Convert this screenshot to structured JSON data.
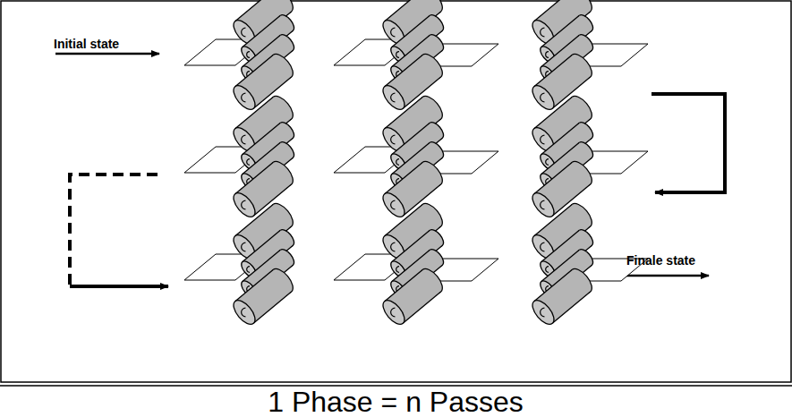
{
  "diagram": {
    "labels": [
      "Initial state",
      "Finale state",
      "1 Phase = n Passes"
    ]
  }
}
